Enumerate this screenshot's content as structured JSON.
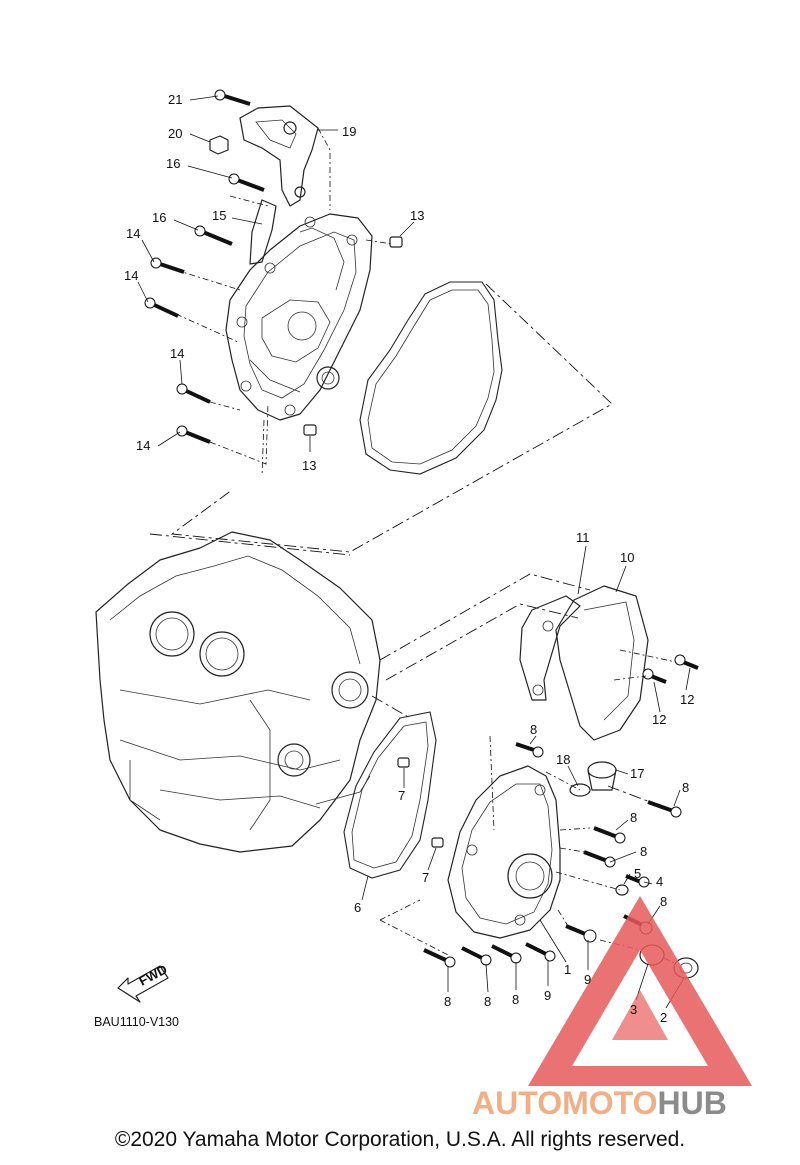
{
  "callouts": [
    {
      "id": "21",
      "text": "21"
    },
    {
      "id": "20",
      "text": "20"
    },
    {
      "id": "19",
      "text": "19"
    },
    {
      "id": "16a",
      "text": "16"
    },
    {
      "id": "16b",
      "text": "16"
    },
    {
      "id": "15",
      "text": "15"
    },
    {
      "id": "13a",
      "text": "13"
    },
    {
      "id": "14a",
      "text": "14"
    },
    {
      "id": "14b",
      "text": "14"
    },
    {
      "id": "14c",
      "text": "14"
    },
    {
      "id": "14d",
      "text": "14"
    },
    {
      "id": "13b",
      "text": "13"
    },
    {
      "id": "11",
      "text": "11"
    },
    {
      "id": "10",
      "text": "10"
    },
    {
      "id": "12a",
      "text": "12"
    },
    {
      "id": "12b",
      "text": "12"
    },
    {
      "id": "8a",
      "text": "8"
    },
    {
      "id": "18",
      "text": "18"
    },
    {
      "id": "17",
      "text": "17"
    },
    {
      "id": "8b",
      "text": "8"
    },
    {
      "id": "7a",
      "text": "7"
    },
    {
      "id": "8c",
      "text": "8"
    },
    {
      "id": "8d",
      "text": "8"
    },
    {
      "id": "7b",
      "text": "7"
    },
    {
      "id": "5",
      "text": "5"
    },
    {
      "id": "4",
      "text": "4"
    },
    {
      "id": "8e",
      "text": "8"
    },
    {
      "id": "6",
      "text": "6"
    },
    {
      "id": "1",
      "text": "1"
    },
    {
      "id": "9a",
      "text": "9"
    },
    {
      "id": "8f",
      "text": "8"
    },
    {
      "id": "8g",
      "text": "8"
    },
    {
      "id": "8h",
      "text": "8"
    },
    {
      "id": "9b",
      "text": "9"
    },
    {
      "id": "3",
      "text": "3"
    },
    {
      "id": "2",
      "text": "2"
    }
  ],
  "fwd_label": "FWD",
  "diagram_code": "BAU1110-V130",
  "watermark": {
    "part1": "AUTOMOTO",
    "part2": "HUB",
    "color_main": "#f0a070",
    "color_hub": "#777777",
    "triangle_color": "#e85a5a"
  },
  "copyright": "©2020 Yamaha Motor Corporation, U.S.A. All rights reserved."
}
